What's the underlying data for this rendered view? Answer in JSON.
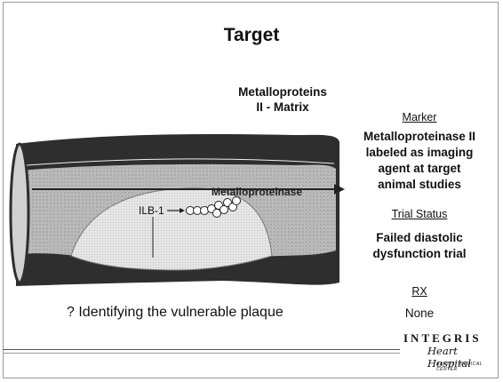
{
  "slide": {
    "title": "Target",
    "subhead_line1": "Metalloproteins",
    "subhead_line2": "II - Matrix",
    "question": "? Identifying the vulnerable plaque"
  },
  "diagram": {
    "label_ilb": "ILB-1",
    "label_enzyme": "Metalloproteinase"
  },
  "sidebar": {
    "marker_heading": "Marker",
    "marker_line1": "Metalloproteinase II",
    "marker_line2": "labeled as imaging",
    "marker_line3": "agent at target",
    "marker_line4": "animal studies",
    "trial_heading": "Trial Status",
    "trial_line1": "Failed diastolic",
    "trial_line2": "dysfunction trial",
    "rx_heading": "RX",
    "rx_value": "None"
  },
  "logo": {
    "name": "INTEGRIS",
    "script": "Heart Hospital",
    "tagline": "BAPTIST MEDICAL CENTER"
  },
  "colors": {
    "vessel_wall": "#2e2e2e",
    "lumen": "#c9c9c9",
    "plaque": "#e4e4e4"
  }
}
